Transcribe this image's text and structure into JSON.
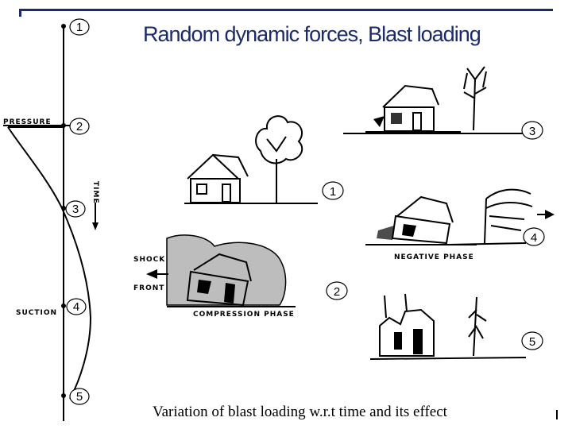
{
  "title": "Random dynamic forces, Blast  loading",
  "caption": "Variation of blast loading w.r.t time and its effect",
  "timeline": {
    "markers": [
      "1",
      "2",
      "3",
      "4",
      "5"
    ],
    "pressure_label": "PRESSURE",
    "suction_label": "SUCTION",
    "time_label": "TIME"
  },
  "scenes": {
    "s1": {
      "number": "1"
    },
    "s2": {
      "number": "2",
      "label": "COMPRESSION PHASE",
      "shock_label": "SHOCK",
      "front_label": "FRONT"
    },
    "s3": {
      "number": "3"
    },
    "s4": {
      "number": "4",
      "label": "NEGATIVE PHASE"
    },
    "s5": {
      "number": "5"
    }
  },
  "colors": {
    "title": "#1c2a6b",
    "ink": "#000000"
  },
  "icons": [
    "house-icon",
    "tree-icon",
    "arrow-left-icon",
    "arrow-right-icon",
    "arrow-down-icon"
  ]
}
